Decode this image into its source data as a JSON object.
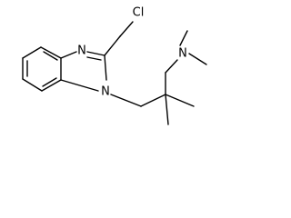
{
  "molecule": {
    "atoms": {
      "cl": "Cl",
      "n_imine": "N",
      "n_ring": "N",
      "n_amine": "N"
    }
  },
  "colors": {
    "bond": "#000000",
    "background": "#ffffff"
  }
}
